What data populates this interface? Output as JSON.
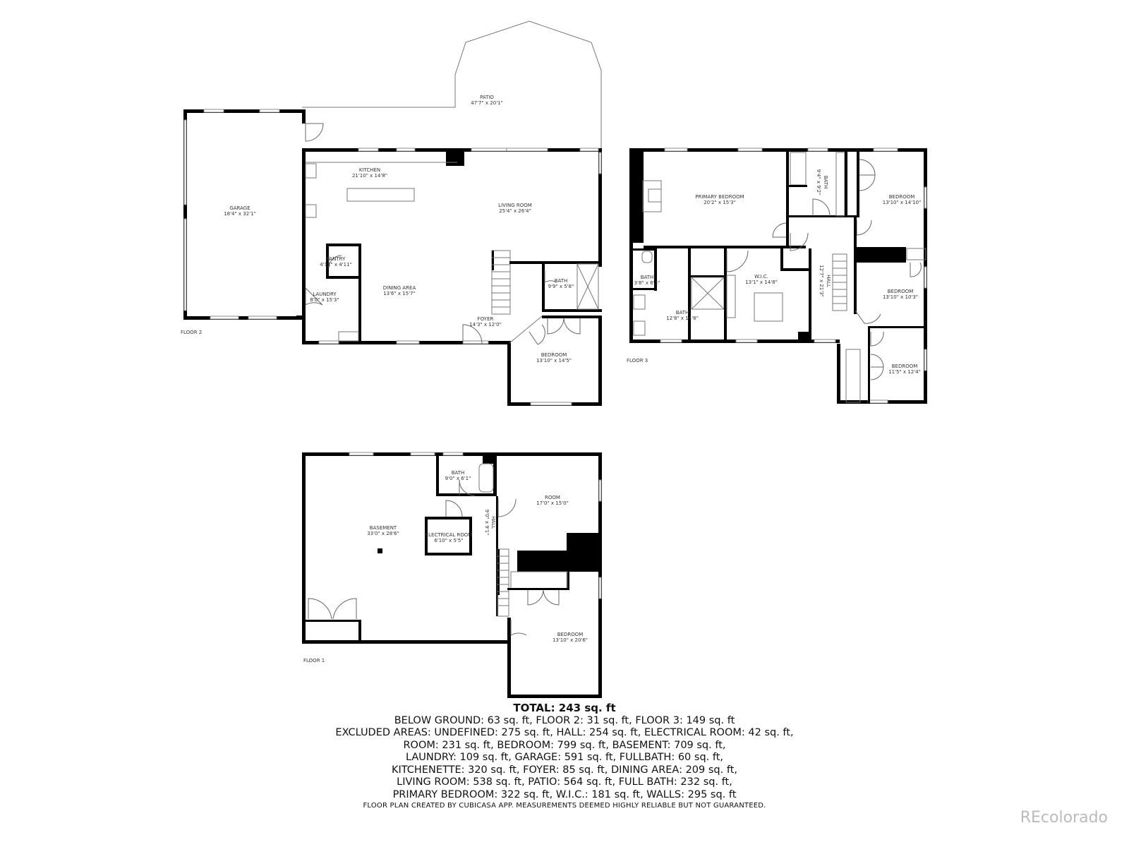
{
  "floors": [
    {
      "id": "floor2",
      "label": "FLOOR 2",
      "rooms": [
        {
          "name": "PATIO",
          "dims": "47'7\" x 20'1\""
        },
        {
          "name": "GARAGE",
          "dims": "18'4\" x 32'1\""
        },
        {
          "name": "KITCHEN",
          "dims": "21'10\" x 14'8\""
        },
        {
          "name": "LIVING ROOM",
          "dims": "25'4\" x 26'4\""
        },
        {
          "name": "PANTRY",
          "dims": "4'11\" x 4'11\""
        },
        {
          "name": "LAUNDRY",
          "dims": "8'0\" x 15'3\""
        },
        {
          "name": "DINING AREA",
          "dims": "13'6\" x 15'7\""
        },
        {
          "name": "BATH",
          "dims": "9'9\" x 5'8\""
        },
        {
          "name": "FOYER",
          "dims": "14'3\" x 12'0\""
        },
        {
          "name": "BEDROOM",
          "dims": "13'10\" x 14'5\""
        }
      ]
    },
    {
      "id": "floor3",
      "label": "FLOOR 3",
      "rooms": [
        {
          "name": "PRIMARY BEDROOM",
          "dims": "20'2\" x 15'3\""
        },
        {
          "name": "BATH",
          "dims": "9'4\" x 9'2\""
        },
        {
          "name": "BEDROOM",
          "dims": "13'10\" x 14'10\""
        },
        {
          "name": "BATH",
          "dims": "3'8\" x 6'3\""
        },
        {
          "name": "W.I.C.",
          "dims": "13'1\" x 14'8\""
        },
        {
          "name": "HALL",
          "dims": "12'7\" x 21'3\""
        },
        {
          "name": "BEDROOM",
          "dims": "13'10\" x 10'3\""
        },
        {
          "name": "BATH",
          "dims": "12'8\" x 14'8\""
        },
        {
          "name": "BEDROOM",
          "dims": "11'5\" x 12'4\""
        }
      ]
    },
    {
      "id": "floor1",
      "label": "FLOOR 1",
      "rooms": [
        {
          "name": "BATH",
          "dims": "9'0\" x 6'1\""
        },
        {
          "name": "ROOM",
          "dims": "17'0\" x 15'0\""
        },
        {
          "name": "BASEMENT",
          "dims": "33'0\" x 28'6\""
        },
        {
          "name": "ELECTRICAL ROOM",
          "dims": "6'10\" x 5'5\""
        },
        {
          "name": "HALL",
          "dims": "9'0\" x 9'1\""
        },
        {
          "name": "BEDROOM",
          "dims": "13'10\" x 20'6\""
        }
      ]
    }
  ],
  "summary": {
    "total": "TOTAL: 243 sq. ft",
    "lines": [
      "BELOW GROUND: 63 sq. ft, FLOOR 2: 31 sq. ft, FLOOR 3: 149 sq. ft",
      "EXCLUDED AREAS: UNDEFINED: 275 sq. ft, HALL: 254 sq. ft, ELECTRICAL ROOM: 42 sq. ft,",
      "ROOM: 231 sq. ft, BEDROOM: 799 sq. ft, BASEMENT: 709 sq. ft,",
      "LAUNDRY: 109 sq. ft, GARAGE: 591 sq. ft, FULLBATH: 60 sq. ft,",
      "KITCHENETTE: 320 sq. ft, FOYER: 85 sq. ft, DINING AREA: 209 sq. ft,",
      "LIVING ROOM: 538 sq. ft, PATIO: 564 sq. ft, FULL BATH: 232 sq. ft,",
      "PRIMARY BEDROOM: 322 sq. ft, W.I.C.: 181 sq. ft, WALLS: 295 sq. ft"
    ]
  },
  "footer": {
    "note": "FLOOR PLAN CREATED BY CUBICASA APP. MEASUREMENTS DEEMED HIGHLY RELIABLE BUT NOT GUARANTEED.",
    "brand": "REcolorado"
  }
}
